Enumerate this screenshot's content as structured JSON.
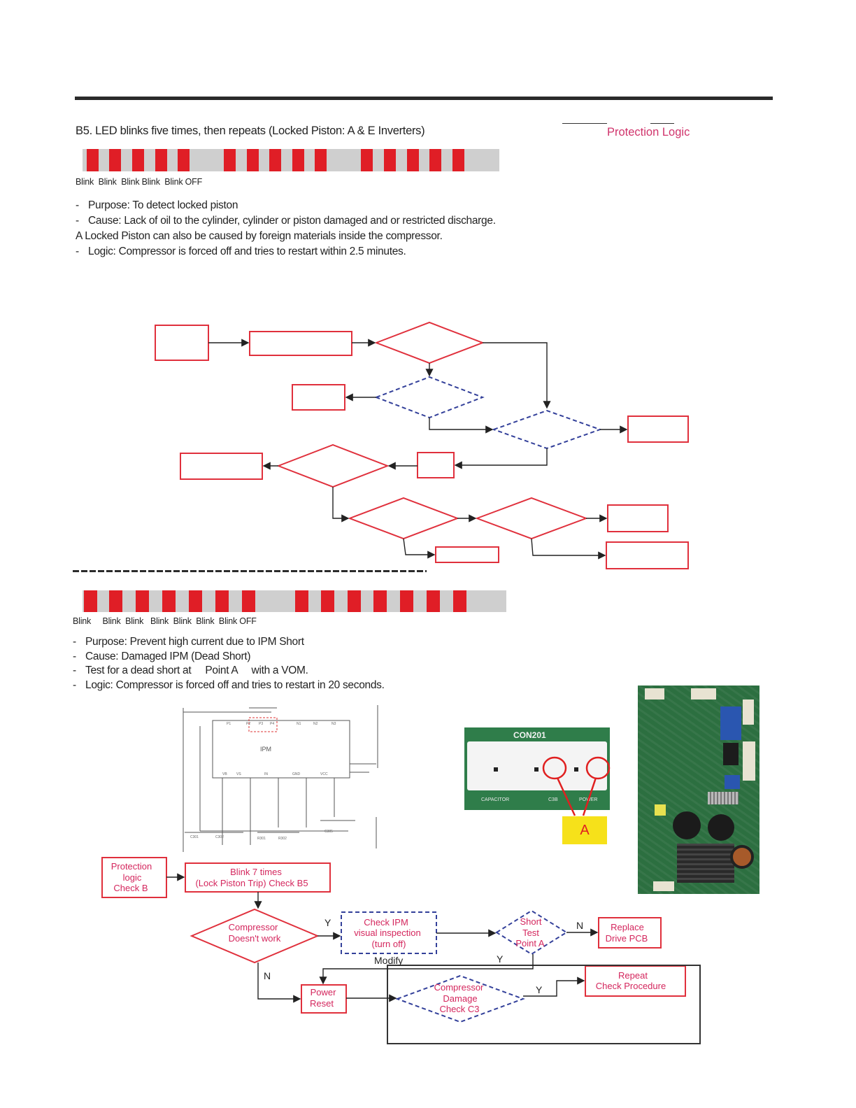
{
  "b5": {
    "title": "B5. LED blinks five times, then repeats (Locked Piston: A & E Inverters)",
    "protection_link": "Protection Logic",
    "blink_labels": "Blink  Blink  Blink Blink  Blink OFF",
    "bullets": [
      "Purpose: To detect locked piston",
      "Cause: Lack of oil to the cylinder, cylinder or piston damaged and or restricted discharge.",
      "A Locked Piston can also be caused by foreign materials inside the compressor.",
      "Logic: Compressor is forced off and tries to restart within 2.5 minutes."
    ]
  },
  "b6": {
    "blink_labels": "Blink     Blink  Blink   Blink  Blink  Blink  Blink OFF",
    "bullets": [
      "Purpose: Prevent high current due to IPM Short",
      "Cause: Damaged IPM (Dead Short)",
      "Test for a dead short at     Point A     with a VOM.",
      "Logic: Compressor is forced off and tries to restart in 20 seconds."
    ]
  },
  "photo": {
    "connector_label": "CON201",
    "point_label": "A",
    "silkscreen": [
      "CAPACITOR",
      "C3B",
      "POWER"
    ]
  },
  "schematic": {
    "ic_label": "IPM"
  },
  "flowchart": {
    "protection": [
      "Protection",
      "logic",
      "Check B"
    ],
    "blink": [
      "Blink 7 times",
      "(Lock Piston Trip) Check B5"
    ],
    "compressor": [
      "Compressor",
      "Doesn't work"
    ],
    "check_ipm": [
      "Check IPM",
      "visual inspection",
      "(turn off)"
    ],
    "short_test": [
      "Short",
      "Test",
      "Point A"
    ],
    "replace": [
      "Replace",
      "Drive PCB"
    ],
    "power_reset": [
      "Power",
      "Reset"
    ],
    "damage": [
      "Compressor",
      "Damage",
      "Check C3"
    ],
    "repeat": [
      "Repeat",
      "Check Procedure"
    ],
    "modify": "Modify",
    "y": "Y",
    "n": "N"
  },
  "colors": {
    "blink_red": "#e01e26",
    "bar_gray": "#cfcfcf",
    "flow_red": "#e0303c",
    "flow_blue": "#33409a",
    "flow_text": "#d4265d",
    "board_green": "#2e7a47"
  }
}
